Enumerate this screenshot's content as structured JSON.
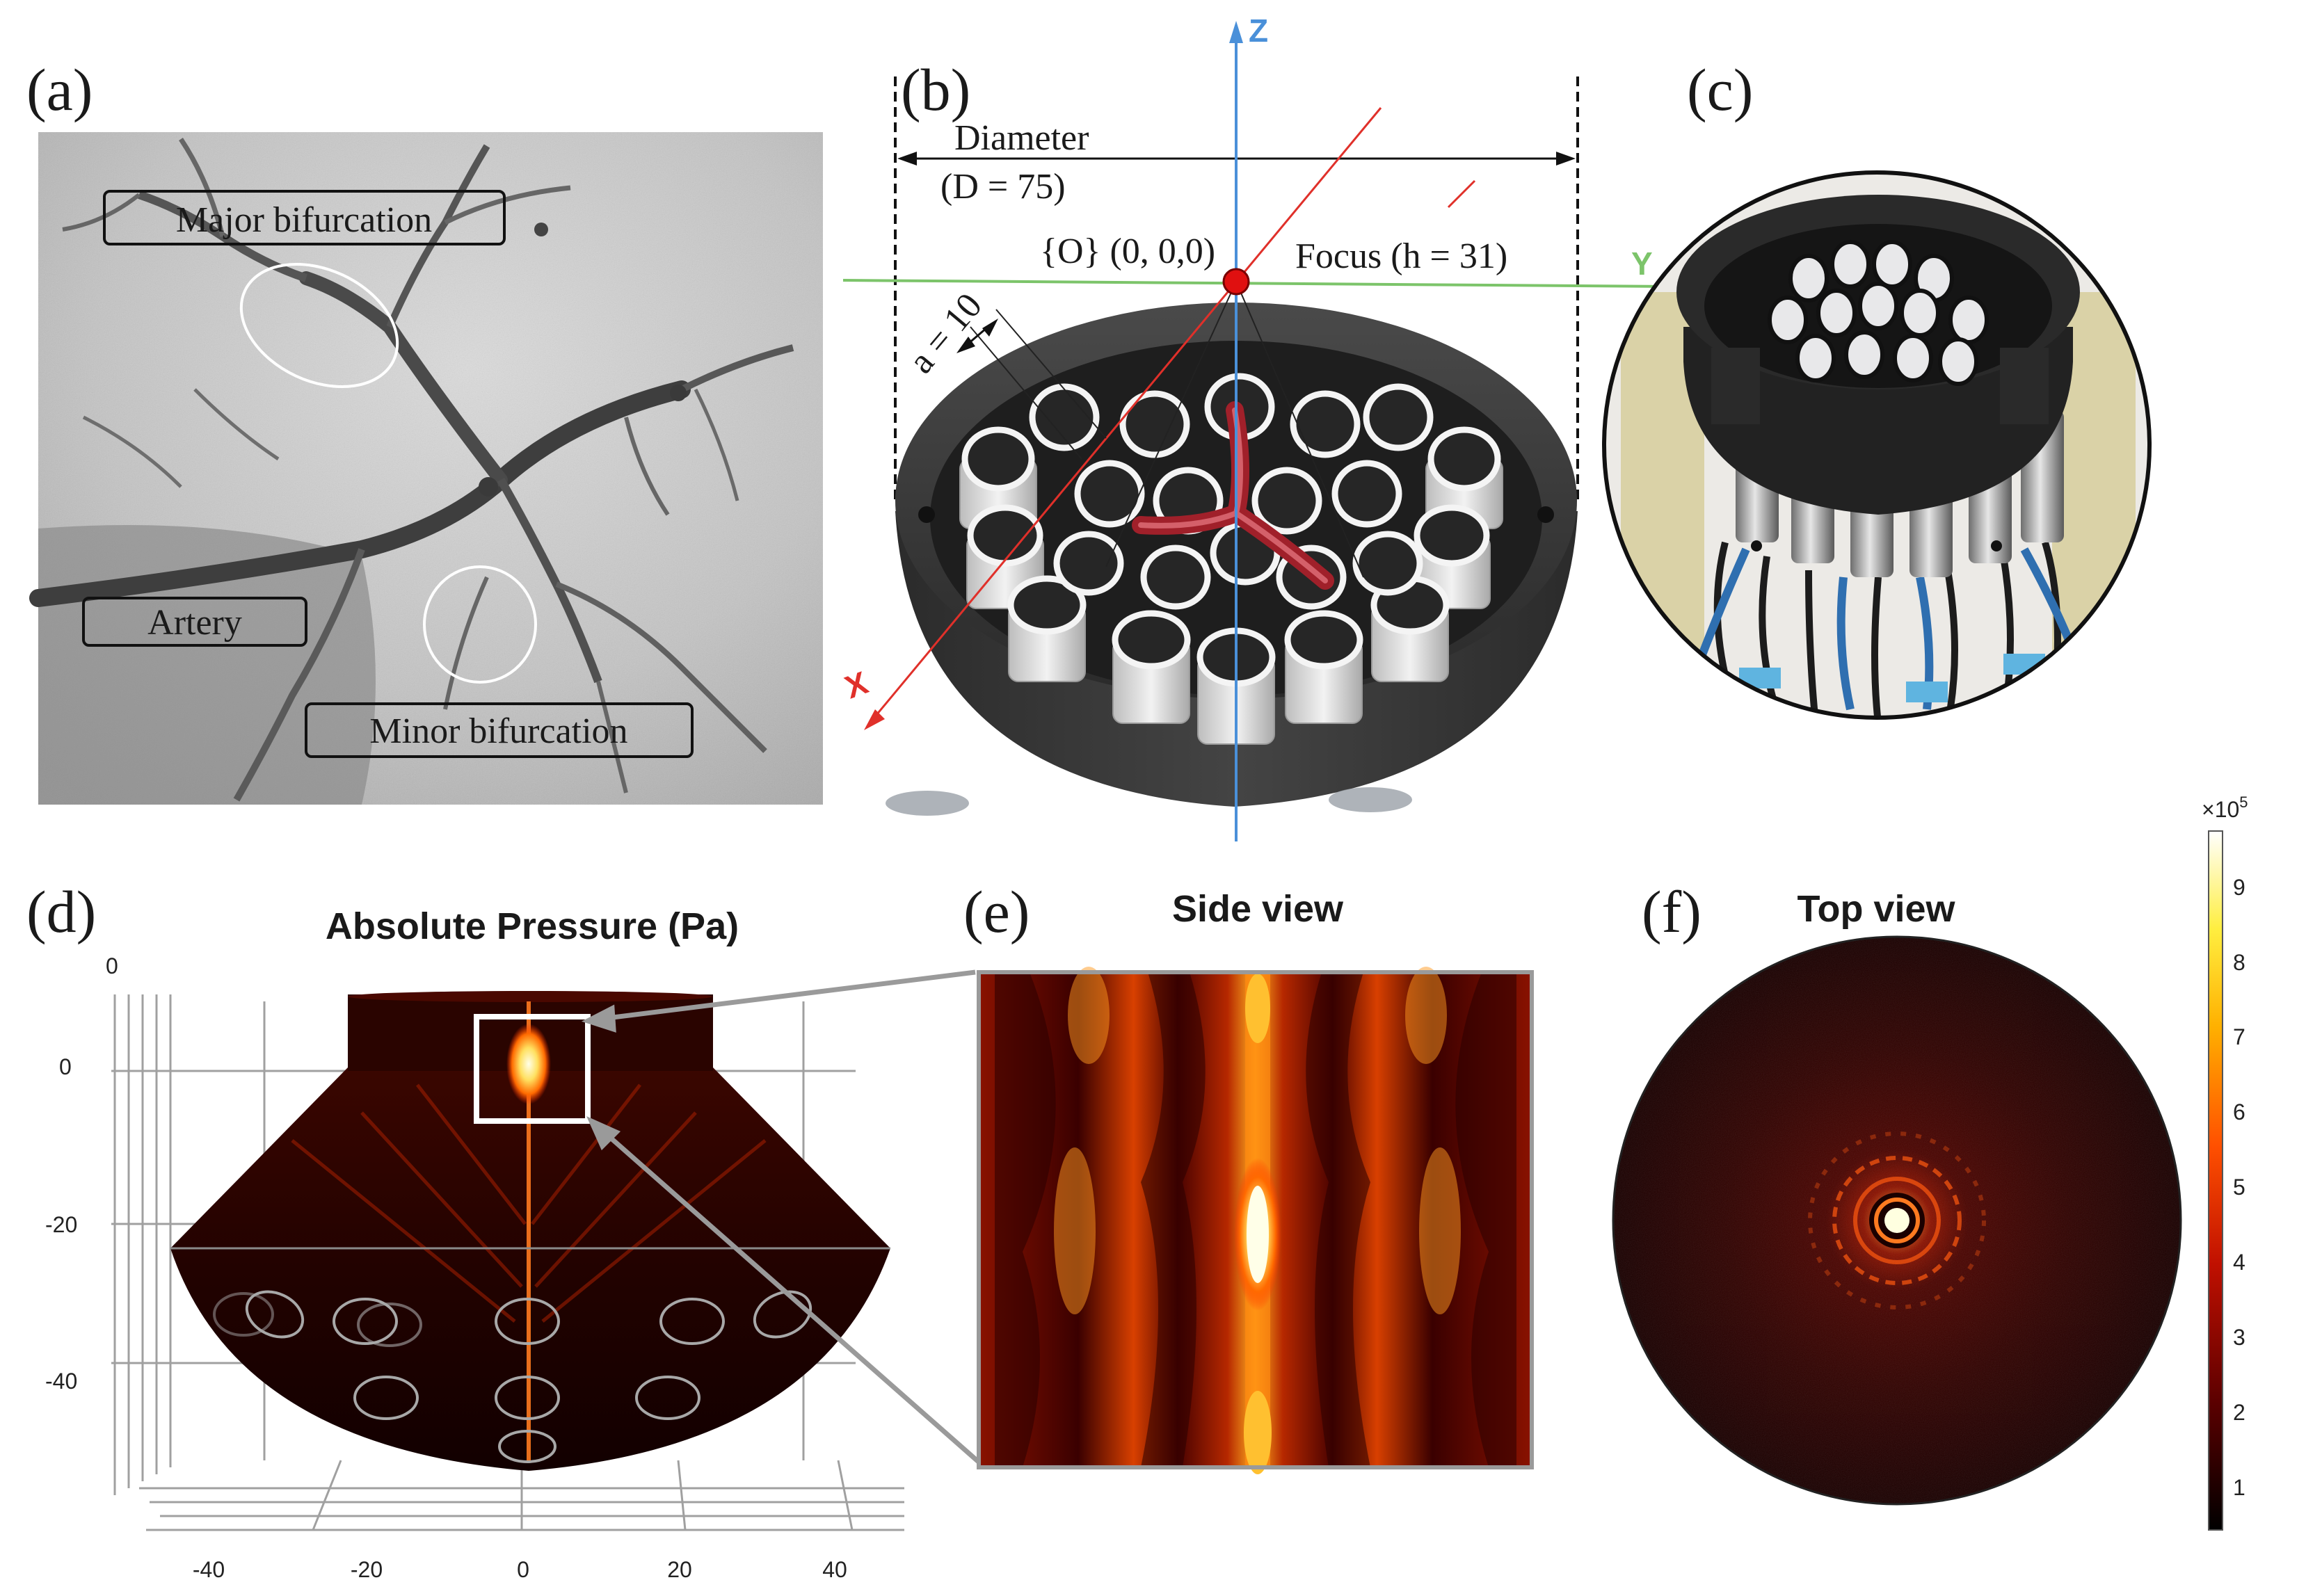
{
  "panels": {
    "a": {
      "letter": "(a)",
      "labels": {
        "major": "Major bifurcation",
        "artery": "Artery",
        "minor": "Minor bifurcation"
      }
    },
    "b": {
      "letter": "(b)",
      "diameter_label": "Diameter",
      "diameter_value": "(D = 75)",
      "origin_label": "{O} (0, 0,0)",
      "focus_label": "Focus (h = 31)",
      "aperture_label": "a = 10",
      "axes": {
        "x": "X",
        "y": "Y",
        "z": "Z"
      }
    },
    "c": {
      "letter": "(c)"
    },
    "d": {
      "letter": "(d)",
      "title": "Absolute Pressure (Pa)",
      "z_ticks": [
        "0",
        "0",
        "-20",
        "-40"
      ],
      "x_ticks": [
        "-40",
        "-20",
        "0",
        "20",
        "40"
      ]
    },
    "e": {
      "letter": "(e)",
      "title": "Side view"
    },
    "f": {
      "letter": "(f)",
      "title": "Top view"
    }
  },
  "colorbar": {
    "exponent_label": "×10",
    "exponent_power": "5",
    "ticks": [
      "9",
      "8",
      "7",
      "6",
      "5",
      "4",
      "3",
      "2",
      "1"
    ]
  },
  "colors": {
    "axis_z": "#4a90d9",
    "axis_x": "#e0302a",
    "axis_y": "#7cc46a",
    "origin_dot": "#e01010",
    "heat_low": "#1a0000",
    "heat_high": "#ffffe0"
  }
}
